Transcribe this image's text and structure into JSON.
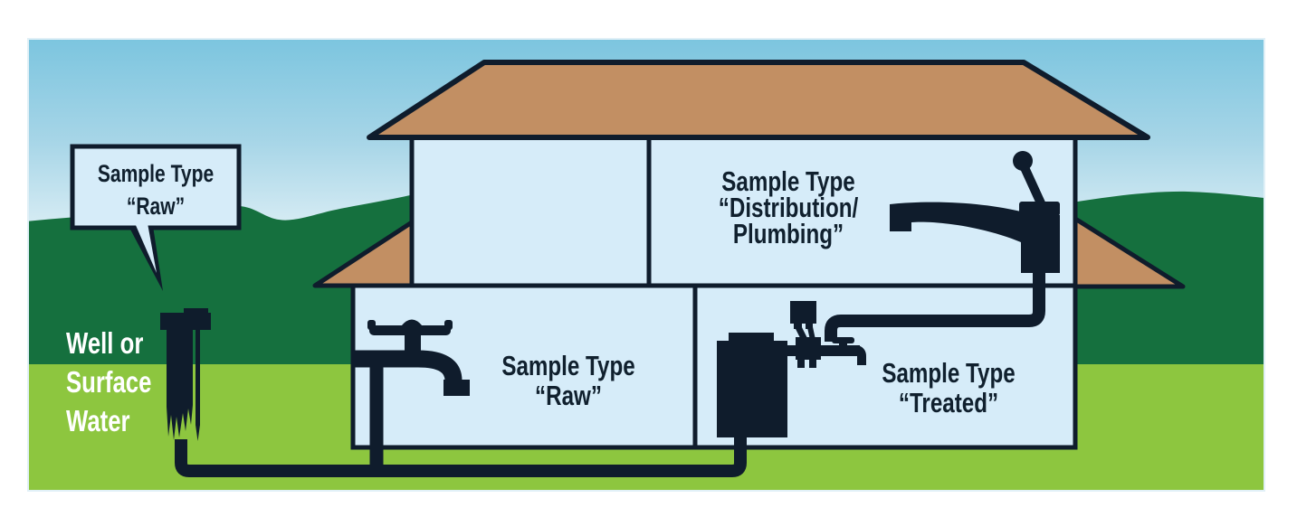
{
  "scene": {
    "labels": {
      "bubble_raw": {
        "lines": [
          "Sample Type",
          "“Raw”"
        ]
      },
      "well_source": {
        "lines": [
          "Well or",
          "Surface",
          "Water"
        ]
      },
      "upstairs_distribution": {
        "lines": [
          "Sample Type",
          "“Distribution/",
          "Plumbing”"
        ]
      },
      "basement_raw": {
        "lines": [
          "Sample Type",
          "“Raw”"
        ]
      },
      "basement_treated": {
        "lines": [
          "Sample Type",
          "“Treated”"
        ]
      }
    },
    "colors": {
      "ink": "#0f1c2c",
      "sky_top": "#7cc5df",
      "sky_mid": "#a6d5e7",
      "sky_pale": "#dbeef5",
      "sky_white": "#fdffff",
      "hill_green": "#15703e",
      "grass_green": "#8dc63f",
      "roof_tan": "#c28f63",
      "room_blue": "#d6ecf9",
      "label_navy": "#10202e",
      "label_white": "#ffffff"
    },
    "icons": {
      "well_pump": "well-pump-icon",
      "raw_spigot": "spigot-faucet-icon",
      "kitchen_faucet": "lever-faucet-icon",
      "treatment_tank": "treatment-tank-icon",
      "treatment_valves": "valve-manifold-icon",
      "sample_tap": "sample-tap-icon",
      "speech_bubble": "speech-bubble",
      "water_pipe": "water-pipe"
    }
  }
}
